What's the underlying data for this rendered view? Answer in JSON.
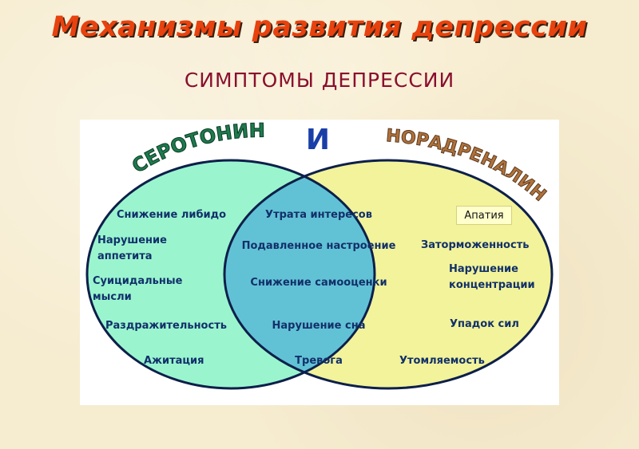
{
  "title": "Механизмы развития депрессии",
  "subtitle": "СИМПТОМЫ ДЕПРЕССИИ",
  "diagram": {
    "left_label": "СЕРОТОНИН",
    "conjunction": "И",
    "right_label": "НОРАДРЕНАЛИН",
    "left_only": [
      [
        "Снижение либидо"
      ],
      [
        "Нарушение",
        "аппетита"
      ],
      [
        "Суицидальные",
        "мысли"
      ],
      [
        "Раздражительность"
      ],
      [
        "Ажитация"
      ]
    ],
    "both": [
      [
        "Утрата интересов"
      ],
      [
        "Подавленное настроение"
      ],
      [
        "Снижение самооценки"
      ],
      [
        "Нарушение сна"
      ],
      [
        "Тревога"
      ]
    ],
    "right_only": [
      [
        "Заторможенность"
      ],
      [
        "Нарушение",
        "концентрации"
      ],
      [
        "Упадок сил"
      ],
      [
        "Утомляемость"
      ]
    ],
    "callout": "Апатия",
    "colors": {
      "left_circle": "#9af5cf",
      "right_circle": "#f2f39a",
      "overlap": "#62c2d5",
      "outline": "#0d1f4a",
      "item_text": "#12306a",
      "arc_label": "#1e7a4e",
      "right_arc_label": "#b0713a",
      "conjunction": "#1a3ea8"
    }
  }
}
